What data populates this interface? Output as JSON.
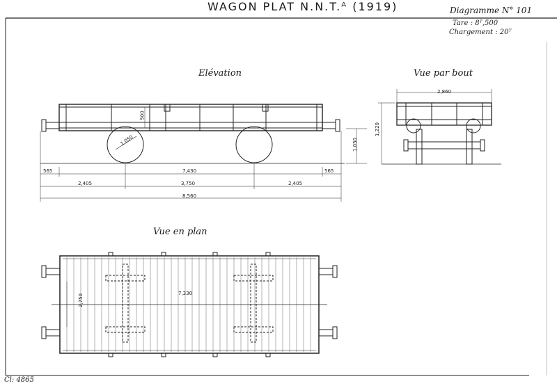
{
  "title": "WAGON  PLAT  N.N.T.ᴬ (1919)",
  "diagram": "Diagramme N° 101",
  "tare": "Tare        : 8ᵀ,500",
  "charge": "Chargement : 20ᵀ",
  "views": {
    "elevation": "Elévation",
    "end": "Vue par bout",
    "plan": "Vue en plan"
  },
  "dims": {
    "overhang_left": "565",
    "body_length": "7,430",
    "overhang_right": "565",
    "end_left": "2,405",
    "wheelbase": "3,750",
    "end_right": "2,405",
    "overall": "8,560",
    "wheel_dia": "1,050",
    "side_height": "500",
    "floor_height": "1,050",
    "total_height": "1,220",
    "width": "2,860",
    "floor_length": "7,330",
    "floor_width": "2,750"
  },
  "catalogue": "Cl: 4865"
}
